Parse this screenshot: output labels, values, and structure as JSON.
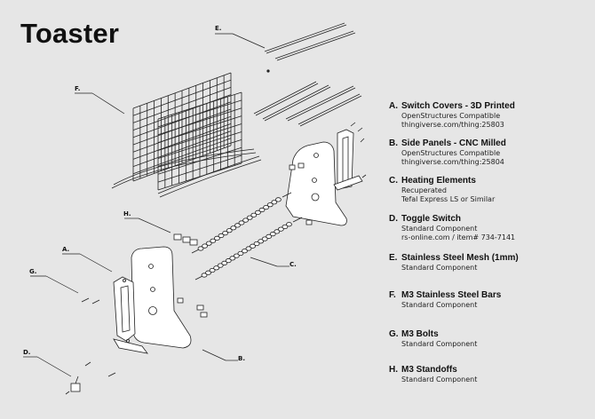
{
  "title": "Toaster",
  "callouts": {
    "a": "A.",
    "b": "B.",
    "c": "C.",
    "d": "D.",
    "e": "E.",
    "f": "F.",
    "g": "G.",
    "h": "H."
  },
  "legend": [
    {
      "letter": "A.",
      "name": "Switch Covers - 3D Printed",
      "lines": [
        "OpenStructures Compatible",
        "thingiverse.com/thing:25803"
      ]
    },
    {
      "letter": "B.",
      "name": "Side Panels - CNC Milled",
      "lines": [
        "OpenStructures Compatible",
        "thingiverse.com/thing:25804"
      ]
    },
    {
      "letter": "C.",
      "name": "Heating Elements",
      "lines": [
        "Recuperated",
        "Tefal Express LS or Similar"
      ]
    },
    {
      "letter": "D.",
      "name": "Toggle Switch",
      "lines": [
        "Standard Component",
        "rs-online.com / item# 734-7141"
      ]
    },
    {
      "letter": "E.",
      "name": "Stainless Steel Mesh (1mm)",
      "lines": [
        "Standard Component"
      ]
    },
    {
      "letter": "F.",
      "name": "M3 Stainless Steel Bars",
      "lines": [
        "Standard Component"
      ]
    },
    {
      "letter": "G.",
      "name": "M3 Bolts",
      "lines": [
        "Standard Component"
      ]
    },
    {
      "letter": "H.",
      "name": "M3 Standoffs",
      "lines": [
        "Standard Component"
      ]
    }
  ]
}
